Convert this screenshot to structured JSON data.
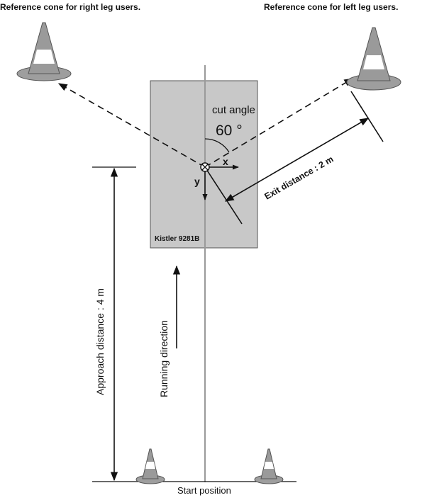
{
  "labels": {
    "cone_right_leg": "Reference cone for right leg users.",
    "cone_left_leg": "Reference cone for left leg users.",
    "cut_angle_label": "cut angle",
    "cut_angle_value": "60 °",
    "axis_x": "x",
    "axis_y": "y",
    "plate_name": "Kistler 9281B",
    "exit_distance": "Exit distance : 2 m",
    "approach_distance": "Approach distance : 4 m",
    "running_direction": "Running direction",
    "start_position": "Start position"
  },
  "colors": {
    "plate_fill": "#c8c8c8",
    "cone_base": "#9e9e9e",
    "cone_body": "#9a9a9a",
    "cone_band": "#ffffff",
    "line": "#111111",
    "center_line": "#9a9a9a"
  }
}
